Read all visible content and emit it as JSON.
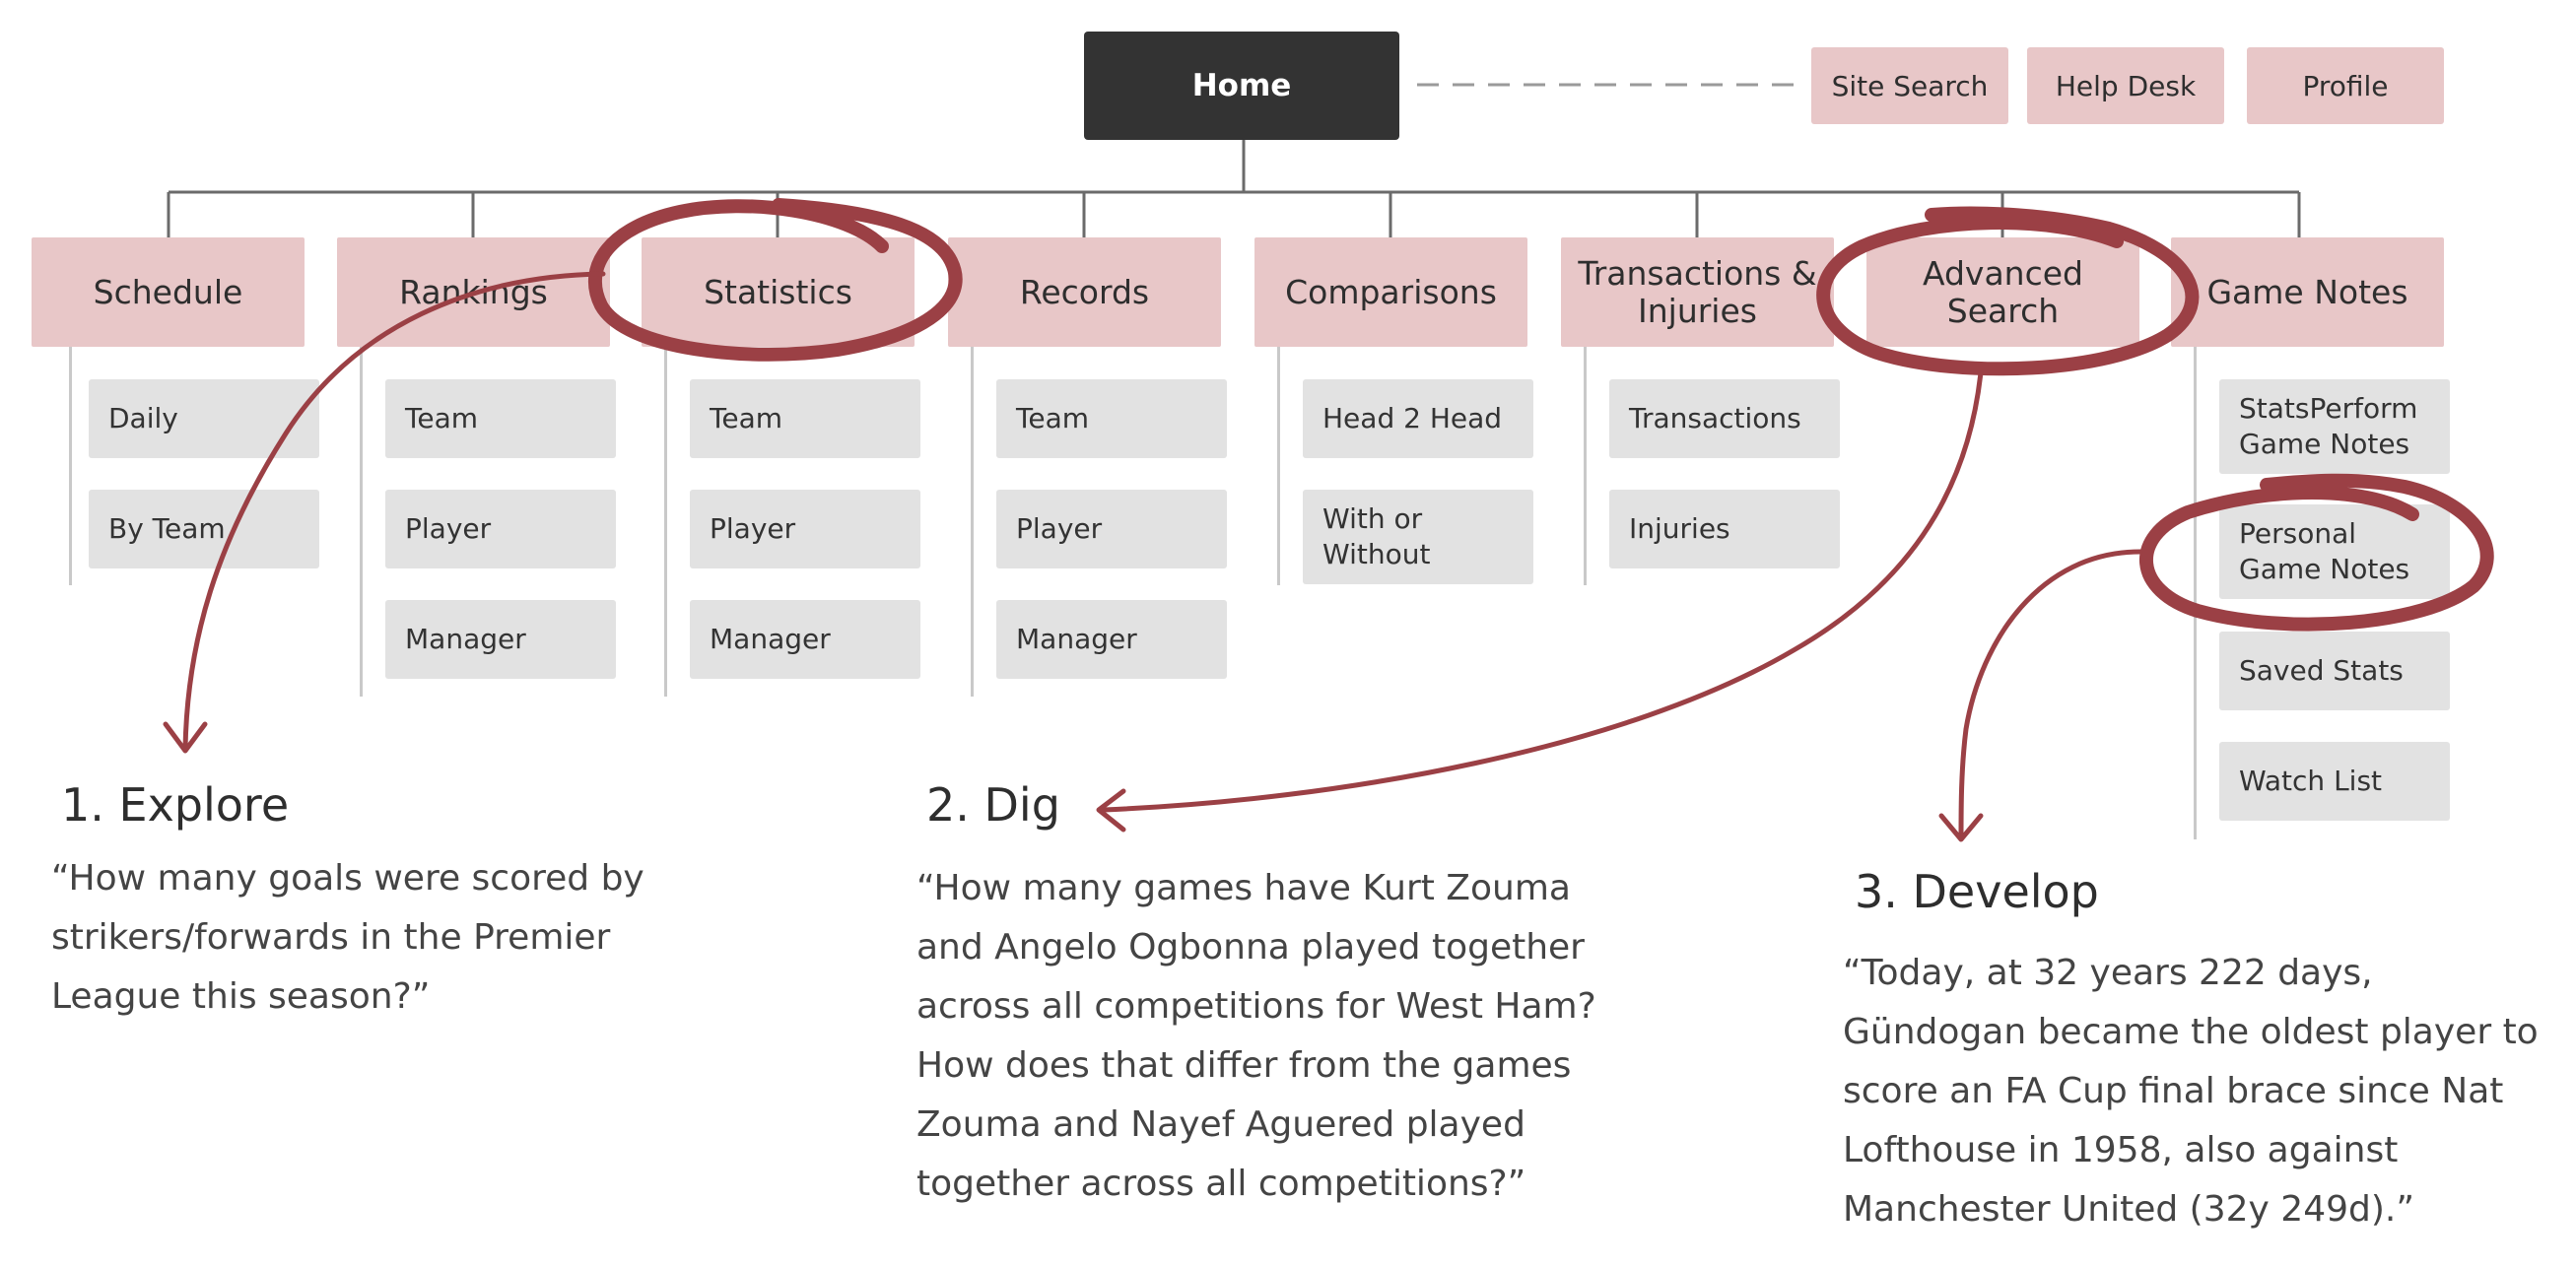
{
  "home": {
    "label": "Home"
  },
  "utility_links": [
    {
      "label": "Site Search"
    },
    {
      "label": "Help Desk"
    },
    {
      "label": "Profile"
    }
  ],
  "categories": [
    {
      "label": "Schedule",
      "children": [
        "Daily",
        "By Team"
      ]
    },
    {
      "label": "Rankings",
      "children": [
        "Team",
        "Player",
        "Manager"
      ]
    },
    {
      "label": "Statistics",
      "children": [
        "Team",
        "Player",
        "Manager"
      ]
    },
    {
      "label": "Records",
      "children": [
        "Team",
        "Player",
        "Manager"
      ]
    },
    {
      "label": "Comparisons",
      "children": [
        "Head 2 Head",
        "With or\nWithout"
      ]
    },
    {
      "label": "Transactions &\nInjuries",
      "children": [
        "Transactions",
        "Injuries"
      ]
    },
    {
      "label": "Advanced\nSearch",
      "children": []
    },
    {
      "label": "Game Notes",
      "children": [
        "StatsPerform\nGame Notes",
        "Personal\nGame Notes",
        "Saved Stats",
        "Watch List"
      ]
    }
  ],
  "steps": [
    {
      "title": "1. Explore",
      "quote": "“How many goals were scored by\nstrikers/forwards in the Premier\nLeague this season?”"
    },
    {
      "title": "2. Dig",
      "quote": "“How many games have Kurt Zouma\nand Angelo Ogbonna played together\nacross all competitions for West Ham?\nHow does that differ from the games\nZouma and Nayef Aguered played\ntogether across all competitions?”"
    },
    {
      "title": "3. Develop",
      "quote": "“Today, at 32 years 222 days,\nGündogan became the oldest player to\nscore an FA Cup final brace since Nat\nLofthouse in 1958, also against\nManchester United (32y 249d).”"
    }
  ],
  "colors": {
    "home_bg": "#333333",
    "category_bg": "#e8c7c8",
    "subitem_bg": "#e2e2e2",
    "connector": "#6b6b6b",
    "annotation": "#9b4045"
  }
}
